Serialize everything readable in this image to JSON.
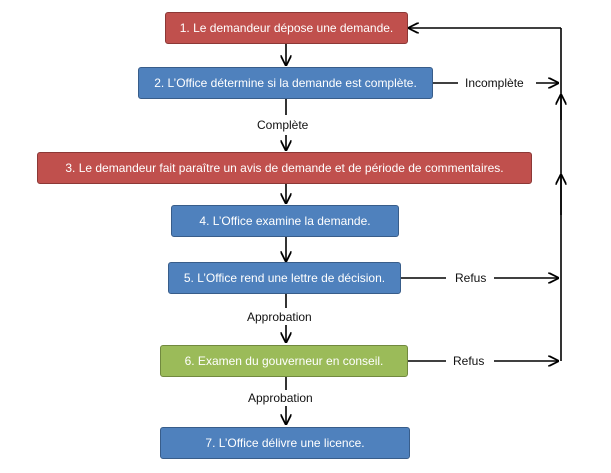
{
  "steps": [
    {
      "id": "step-1",
      "text": "1. Le demandeur dépose une demande.",
      "color": "red"
    },
    {
      "id": "step-2",
      "text": "2. L’Office détermine si la demande est complète.",
      "color": "blue"
    },
    {
      "id": "step-3",
      "text": "3. Le demandeur fait paraître un avis de demande et de période de commentaires.",
      "color": "red"
    },
    {
      "id": "step-4",
      "text": "4. L’Office examine la demande.",
      "color": "blue"
    },
    {
      "id": "step-5",
      "text": "5. L’Office rend une lettre de décision.",
      "color": "blue"
    },
    {
      "id": "step-6",
      "text": "6. Examen du gouverneur en conseil.",
      "color": "green"
    },
    {
      "id": "step-7",
      "text": "7. L’Office délivre une licence.",
      "color": "blue"
    }
  ],
  "labels": {
    "complete": "Complète",
    "incomplete": "Incomplète",
    "refusal_5": "Refus",
    "refusal_6": "Refus",
    "approval_5": "Approbation",
    "approval_6": "Approbation"
  },
  "colors": {
    "red": "#c0504d",
    "blue": "#4f81bd",
    "green": "#9bbb59",
    "connector": "#000000"
  }
}
